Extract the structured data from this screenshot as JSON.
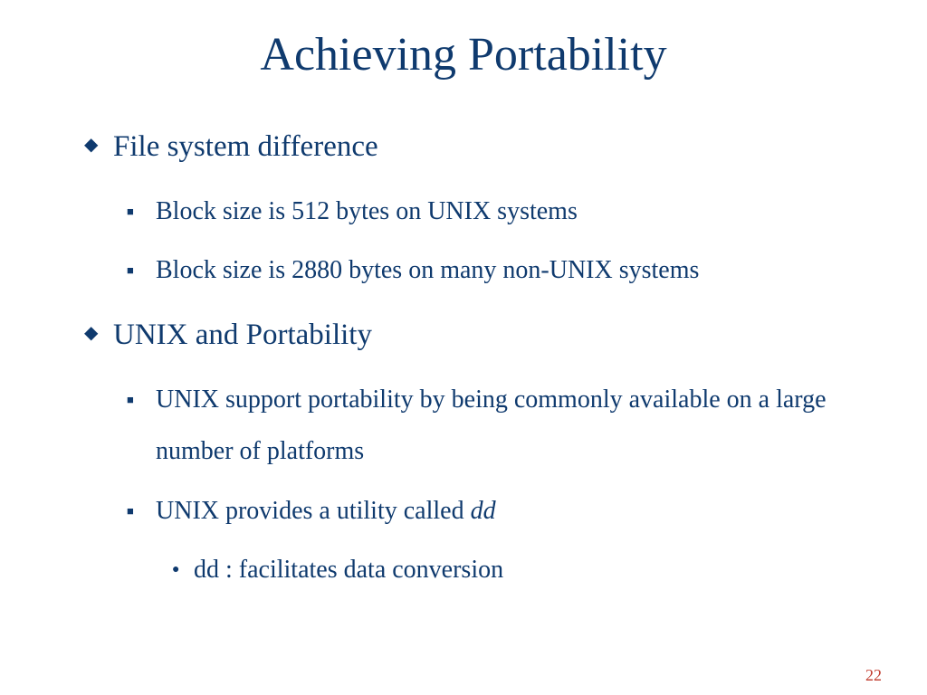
{
  "slide": {
    "title": "Achieving Portability",
    "page_number": "22",
    "accent_color": "#0f3a6e",
    "page_number_color": "#c0392b",
    "bullets": [
      {
        "level": 1,
        "marker": "diamond-bullet-icon",
        "text": "File system difference"
      },
      {
        "level": 2,
        "marker": "square-bullet-icon",
        "text": "Block size is 512 bytes on UNIX systems"
      },
      {
        "level": 2,
        "marker": "square-bullet-icon",
        "text": "Block size is 2880 bytes on many non-UNIX systems"
      },
      {
        "level": 1,
        "marker": "diamond-bullet-icon",
        "text": "UNIX and Portability"
      },
      {
        "level": 2,
        "marker": "square-bullet-icon",
        "text": "UNIX support portability by being commonly available on a large number of platforms"
      },
      {
        "level": 2,
        "marker": "square-bullet-icon",
        "text": "UNIX provides a utility called ",
        "emphasis": "dd"
      },
      {
        "level": 3,
        "marker": "dot-bullet-icon",
        "text": "dd : facilitates data conversion"
      }
    ]
  }
}
